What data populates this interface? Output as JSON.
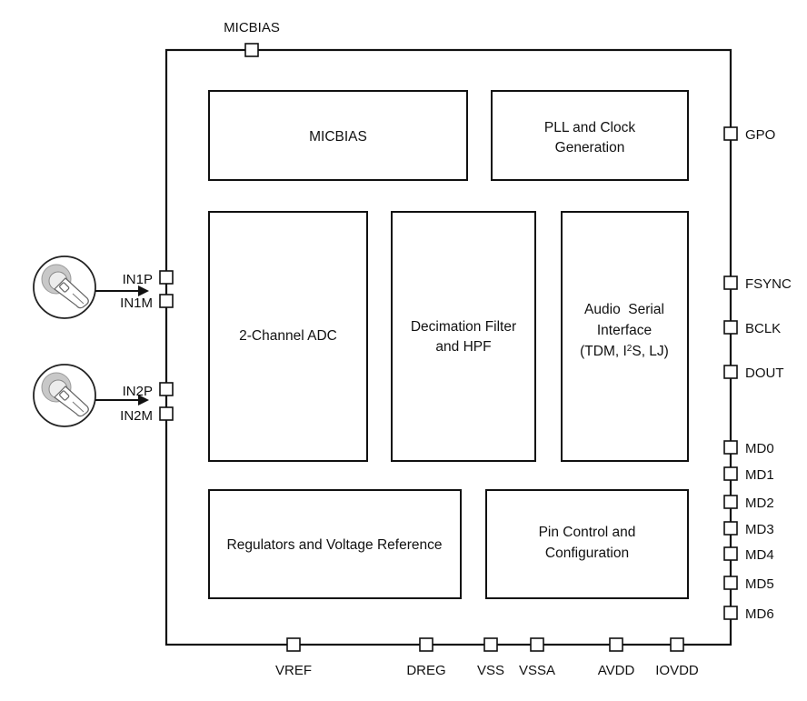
{
  "top_pins": [
    {
      "id": "micbias",
      "label": "MICBIAS"
    }
  ],
  "right_pins": [
    {
      "id": "gpo",
      "label": "GPO"
    },
    {
      "id": "fsync",
      "label": "FSYNC"
    },
    {
      "id": "bclk",
      "label": "BCLK"
    },
    {
      "id": "dout",
      "label": "DOUT"
    },
    {
      "id": "md0",
      "label": "MD0"
    },
    {
      "id": "md1",
      "label": "MD1"
    },
    {
      "id": "md2",
      "label": "MD2"
    },
    {
      "id": "md3",
      "label": "MD3"
    },
    {
      "id": "md4",
      "label": "MD4"
    },
    {
      "id": "md5",
      "label": "MD5"
    },
    {
      "id": "md6",
      "label": "MD6"
    }
  ],
  "bottom_pins": [
    {
      "id": "vref",
      "label": "VREF"
    },
    {
      "id": "dreg",
      "label": "DREG"
    },
    {
      "id": "vss",
      "label": "VSS"
    },
    {
      "id": "vssa",
      "label": "VSSA"
    },
    {
      "id": "avdd",
      "label": "AVDD"
    },
    {
      "id": "iovdd",
      "label": "IOVDD"
    }
  ],
  "left_pins": [
    {
      "id": "in1p",
      "label": "IN1P"
    },
    {
      "id": "in1m",
      "label": "IN1M"
    },
    {
      "id": "in2p",
      "label": "IN2P"
    },
    {
      "id": "in2m",
      "label": "IN2M"
    }
  ],
  "blocks": {
    "micbias": {
      "lines": [
        "MICBIAS"
      ]
    },
    "pll": {
      "lines": [
        "PLL and Clock",
        "Generation"
      ]
    },
    "adc": {
      "lines": [
        "2-Channel ADC"
      ]
    },
    "decimation": {
      "lines": [
        "Decimation Filter",
        "and HPF"
      ]
    },
    "asi": {
      "line1": "Audio  Serial",
      "line2": "Interface",
      "line3_pre": "(TDM, I",
      "line3_sup": "2",
      "line3_post": "S, LJ)"
    },
    "regulators": {
      "lines": [
        "Regulators and Voltage Reference"
      ]
    },
    "pincontrol": {
      "lines": [
        "Pin Control and",
        "Configuration"
      ]
    }
  },
  "microphones": [
    {
      "id": "mic1",
      "icon": "microphone-icon"
    },
    {
      "id": "mic2",
      "icon": "microphone-icon"
    }
  ]
}
